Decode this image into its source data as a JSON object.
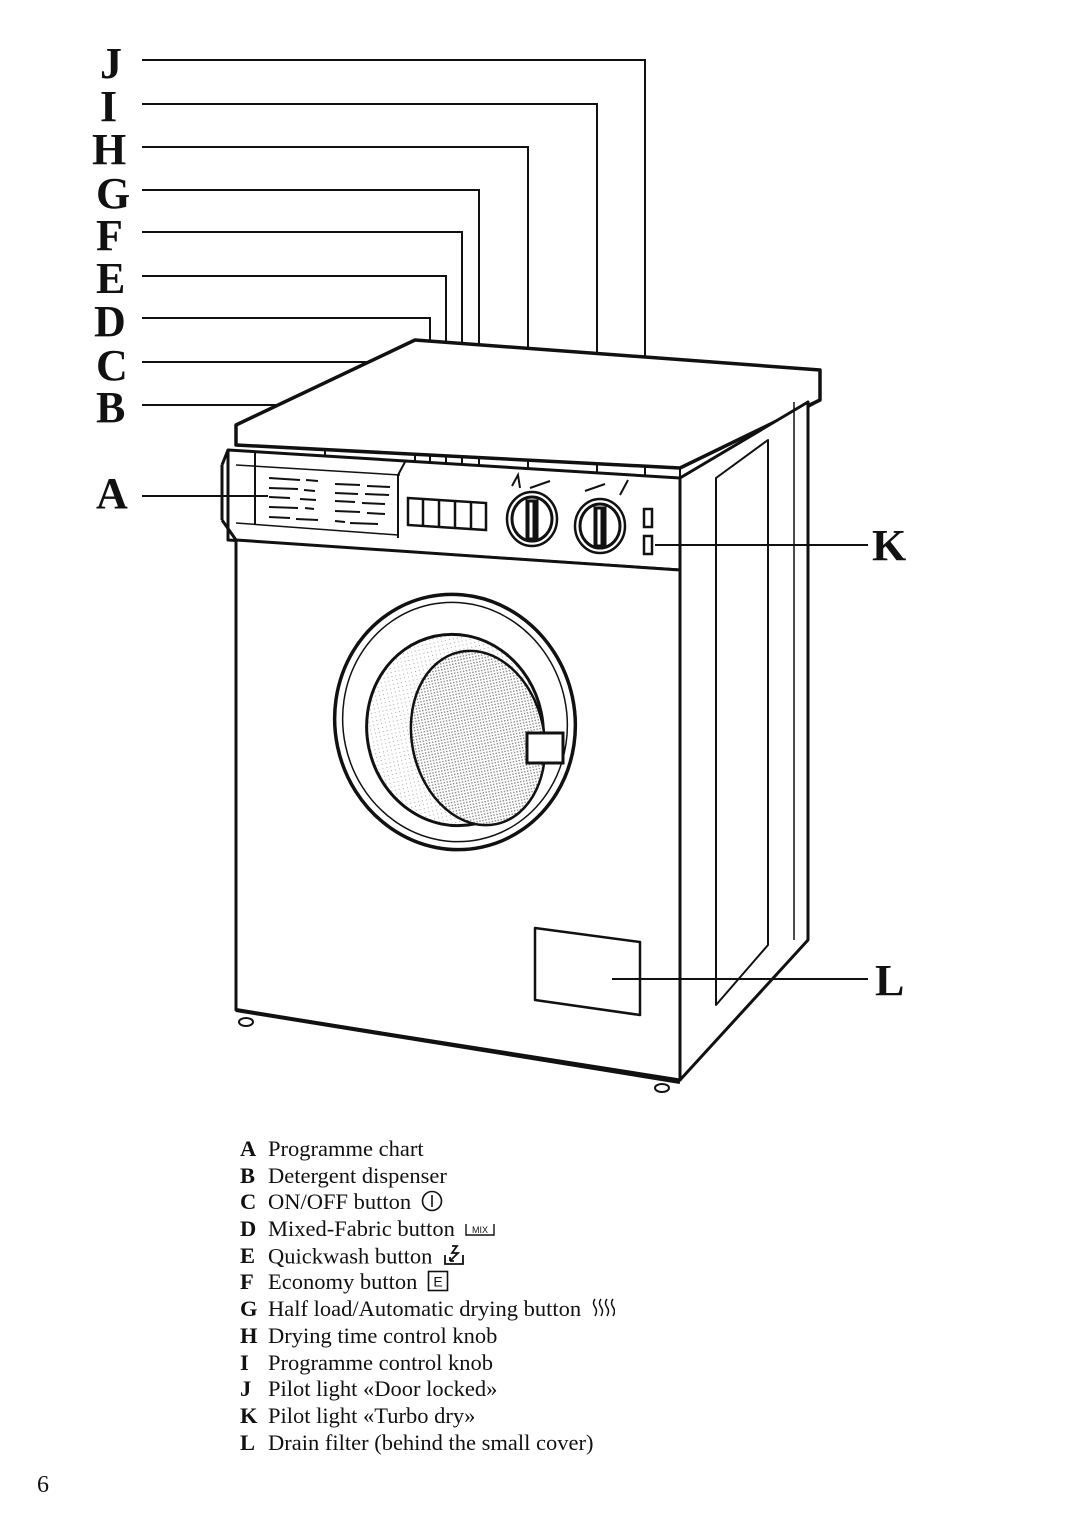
{
  "document": {
    "page_number": "6",
    "figure": {
      "subject": "Washing machine front view with labelled controls",
      "callouts": [
        "J",
        "I",
        "H",
        "G",
        "F",
        "E",
        "D",
        "C",
        "B",
        "A",
        "K",
        "L"
      ]
    },
    "legend": [
      {
        "key": "A",
        "text": "Programme chart",
        "icon": ""
      },
      {
        "key": "B",
        "text": "Detergent dispenser",
        "icon": ""
      },
      {
        "key": "C",
        "text": "ON/OFF button",
        "icon": "power-circle-icon"
      },
      {
        "key": "D",
        "text": "Mixed-Fabric button",
        "icon": "mix-icon"
      },
      {
        "key": "E",
        "text": "Quickwash button",
        "icon": "quickwash-icon"
      },
      {
        "key": "F",
        "text": "Economy button",
        "icon": "economy-e-icon"
      },
      {
        "key": "G",
        "text": "Half load/Automatic drying button",
        "icon": "drying-waves-icon"
      },
      {
        "key": "H",
        "text": "Drying time control knob",
        "icon": ""
      },
      {
        "key": "I",
        "text": "Programme control knob",
        "icon": ""
      },
      {
        "key": "J",
        "text": "Pilot light «Door locked»",
        "icon": ""
      },
      {
        "key": "K",
        "text": "Pilot light «Turbo dry»",
        "icon": ""
      },
      {
        "key": "L",
        "text": "Drain filter (behind the small cover)",
        "icon": ""
      }
    ],
    "icon_labels": {
      "mix": "MIX",
      "economy": "E"
    }
  }
}
